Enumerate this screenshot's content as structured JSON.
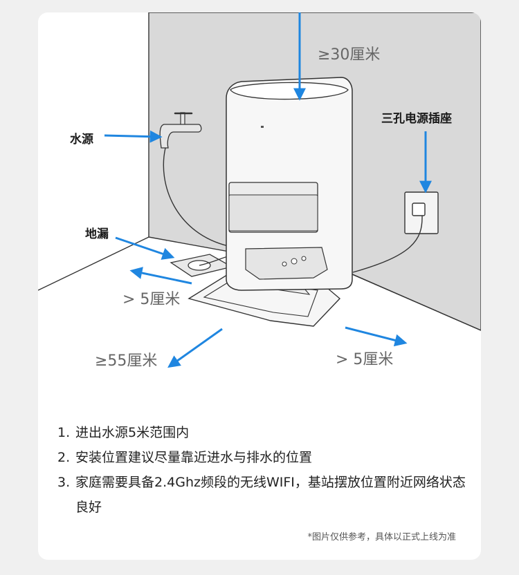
{
  "labels": {
    "water_source": "水源",
    "floor_drain": "地漏",
    "power_socket": "三孔电源插座",
    "clearance_top": "≥30厘米",
    "clearance_left": "> 5厘米",
    "clearance_front": "≥55厘米",
    "clearance_right": "> 5厘米"
  },
  "notes": [
    {
      "num": "1.",
      "text": "进出水源5米范围内"
    },
    {
      "num": "2.",
      "text": "安装位置建议尽量靠近进水与排水的位置"
    },
    {
      "num": "3.",
      "text": "家庭需要具备2.4Ghz频段的无线WIFI，基站摆放位置附近网络状态良好"
    }
  ],
  "disclaimer": "*图片仅供参考，具体以正式上线为准",
  "colors": {
    "arrow_blue": "#1f86e0",
    "wall": "#d9d9d9",
    "outline": "#333333",
    "card_bg": "#ffffff",
    "page_bg": "#f0f0f0"
  }
}
